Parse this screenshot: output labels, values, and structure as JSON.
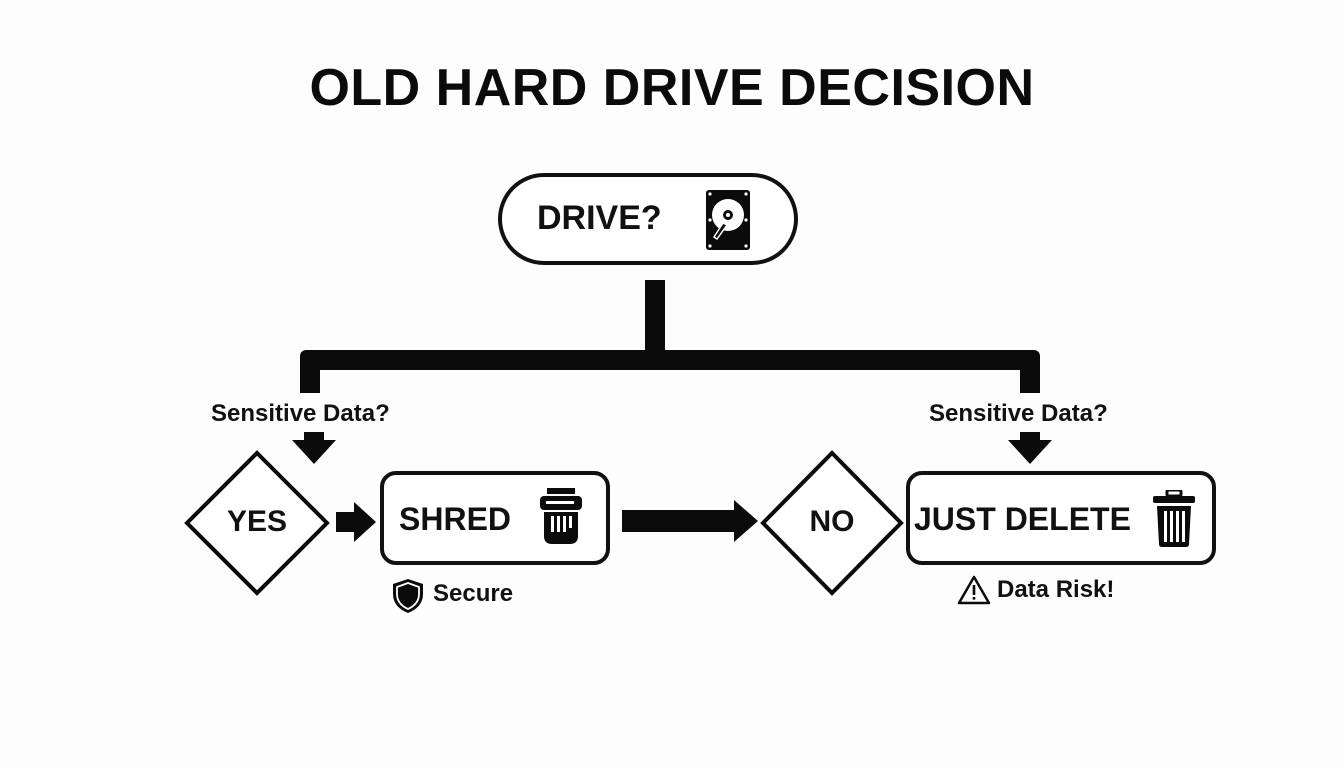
{
  "title": "OLD HARD DRIVE DECISION",
  "start": {
    "label": "DRIVE?",
    "icon": "hard-drive-icon"
  },
  "branches": {
    "left_question": "Sensitive Data?",
    "right_question": "Sensitive Data?"
  },
  "yes_path": {
    "decision": "YES",
    "action": "SHRED",
    "action_icon": "shredder-icon",
    "note": "Secure",
    "note_icon": "shield-icon"
  },
  "no_path": {
    "decision": "NO",
    "action": "JUST DELETE",
    "action_icon": "trash-icon",
    "note": "Data Risk!",
    "note_icon": "warning-icon"
  },
  "colors": {
    "ink": "#0b0b0b",
    "background": "#fdfdfd"
  }
}
